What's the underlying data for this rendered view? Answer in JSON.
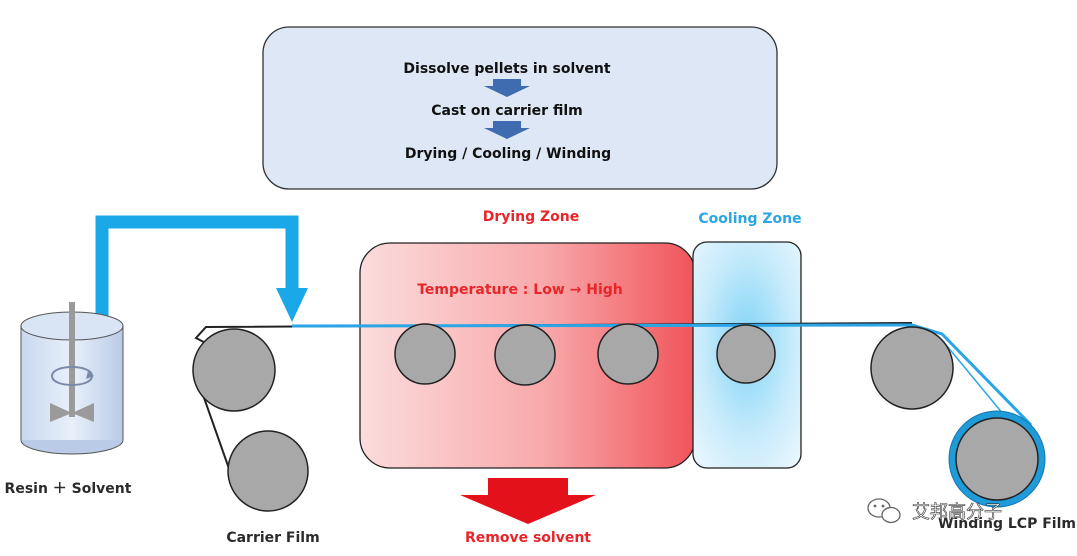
{
  "process_box": {
    "step1": "Dissolve pellets in solvent",
    "step2": "Cast on carrier film",
    "step3": "Drying / Cooling / Winding"
  },
  "zones": {
    "drying": "Drying Zone",
    "cooling": "Cooling Zone",
    "temperature": "Temperature : Low → High"
  },
  "labels": {
    "resin_solvent": "Resin ＋ Solvent",
    "carrier_film": "Carrier Film",
    "remove_solvent": "Remove solvent",
    "winding": "Winding  LCP Film"
  },
  "watermark": {
    "text": "艾邦高分子"
  },
  "colors": {
    "process_box_fill": "#dde7f5",
    "process_arrow": "#3f6bb0",
    "feed_pipe": "#1aa8e8",
    "drying_label": "#e8262a",
    "cooling_label": "#2aa5e6",
    "remove_arrow": "#e3111a",
    "roller_fill": "#a8a8a8",
    "winding_ring": "#1e9bd8"
  }
}
